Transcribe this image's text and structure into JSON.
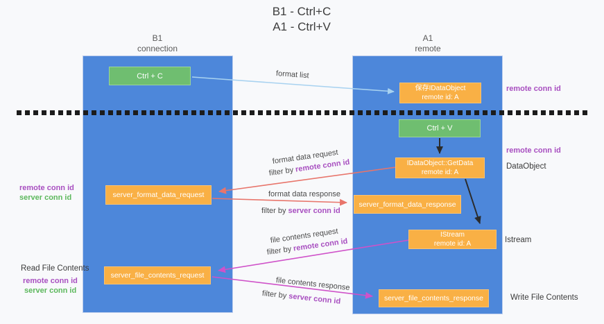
{
  "title": {
    "line1": "B1 - Ctrl+C",
    "line2": "A1 - Ctrl+V"
  },
  "columns": {
    "left": {
      "name": "B1",
      "sub": "connection"
    },
    "right": {
      "name": "A1",
      "sub": "remote"
    }
  },
  "nodes": {
    "ctrl_c": "Ctrl + C",
    "ctrl_v": "Ctrl + V",
    "saved_idataobject": {
      "line1": "保存IDataObject",
      "line2": "remote id: A"
    },
    "getdata": {
      "line1": "IDataObject::GetData",
      "line2": "remote id: A"
    },
    "istream": {
      "line1": "IStream",
      "line2": "remote id: A"
    },
    "format_request": "server_format_data_request",
    "format_response": "server_format_data_response",
    "file_request": "server_file_contents_request",
    "file_response": "server_file_contents_response"
  },
  "edge_labels": {
    "format_list": "format list",
    "format_data_request": "format data request",
    "format_data_response": "format data response",
    "file_contents_request": "file contents request",
    "file_contents_response": "file contents response",
    "filter_by": "filter by ",
    "remote_conn_id": "remote conn id",
    "server_conn_id": "server conn id"
  },
  "side_labels": {
    "top_right_remote": "remote conn id",
    "mid_right_remote": "remote conn id",
    "dataobject": "DataObject",
    "istream": "Istream",
    "write_file_contents": "Write File Contents",
    "read_file_contents": "Read File Contents",
    "left1_remote": "remote conn id",
    "left1_server": "server conn id",
    "left2_remote": "remote conn id",
    "left2_server": "server conn id"
  },
  "colors": {
    "panel_blue": "#4d87da",
    "box_orange": "#f9b045",
    "box_green": "#6fbe70",
    "label_purple": "#a84fc0",
    "label_green": "#5cb85c",
    "arrow_red": "#e8756b",
    "arrow_magenta": "#cf52c9",
    "arrow_lightblue": "#a8d2f0",
    "arrow_black": "#2b2b2b"
  }
}
